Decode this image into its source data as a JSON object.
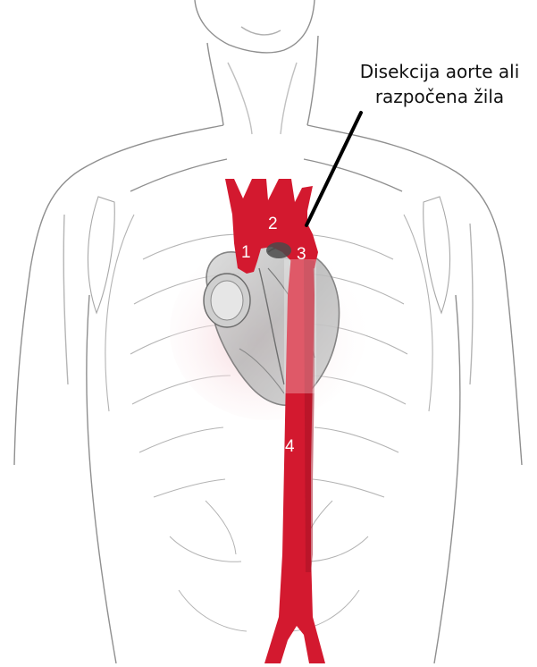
{
  "callout": {
    "line1": "Disekcija aorte ali",
    "line2": "razpočena žila"
  },
  "segments": [
    {
      "id": "1",
      "label": "1"
    },
    {
      "id": "2",
      "label": "2"
    },
    {
      "id": "3",
      "label": "3"
    },
    {
      "id": "4",
      "label": "4"
    }
  ],
  "colors": {
    "aorta": "#d3192f",
    "aorta_shadow": "#a81224",
    "sketch": "#9a9a9a",
    "callout_line": "#000000"
  }
}
